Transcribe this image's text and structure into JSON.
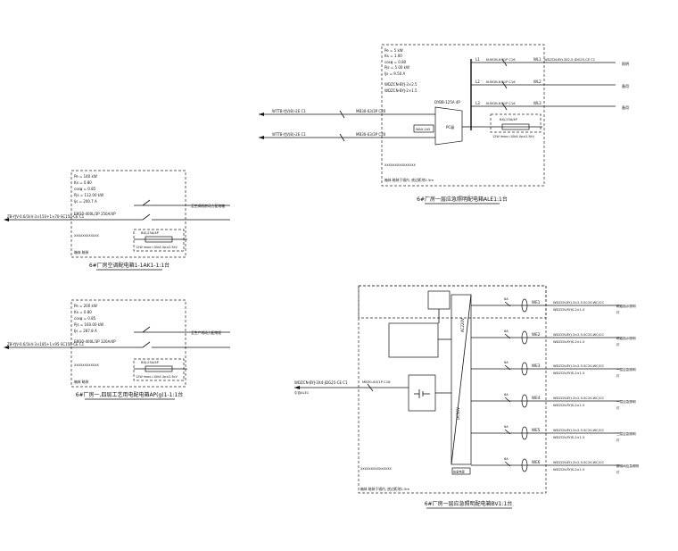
{
  "ale1": {
    "params": [
      "Pe = 5 kW",
      "Kx = 1.00",
      "cosφ = 0.80",
      "Pjs = 5.00 kW",
      "Ijs = 9.50 A"
    ],
    "feeder_cable": "WDZCN-BYJ-3×2.5",
    "feeder_cable2": "WDZCN-BYJ-2×1.5",
    "feeder_note": "",
    "inputs": [
      {
        "cable": "WTTB-YJV(B)-2E C1",
        "note": "",
        "breaker": "MB30-63/3P C20"
      },
      {
        "cable": "WTTB-YJV(B)-2E C1",
        "note": "",
        "breaker": "MB30-63/3P C20"
      }
    ],
    "ats": "DYBB-125A 4P",
    "ats2": "PC级",
    "switch_box": "WAX-2A5",
    "spd": "BXJ-25A/4P",
    "spd_note": "12W Imax=10kA Up≤2.5kV",
    "outputs": [
      {
        "phase": "L1",
        "breaker": "KUM1B-63/1P C16",
        "circuit": "WL1",
        "cable": "WDZCN-BYJ-3X2.5-JDG25-CE C1",
        "dest": "照明"
      },
      {
        "phase": "L2",
        "breaker": "KUM1B-63/1P C16",
        "circuit": "WL2",
        "cable": "",
        "dest": "备用"
      },
      {
        "phase": "L3",
        "breaker": "KUM1B-63/1P C16",
        "circuit": "WL3",
        "cable": "",
        "dest": "备用"
      }
    ],
    "footer_code": "XXXXXXXXXXXXXXX",
    "footer_note": "箱体 暗装于墙内, 底边距地1.5m",
    "title": "6#厂房一层应急照明配电箱ALE1:1台"
  },
  "apm1": {
    "params": [
      "Pe = 140 kW",
      "Kx = 0.80",
      "cosφ = 0.85",
      "Pjs = 112.00 kW",
      "Ijs = 200.7 A"
    ],
    "input_cable": "ZB-YJV-0.6/1kV-3×150+1×70-SC150-CE C1",
    "breaker": "EM30-400L/3P 250A/4P",
    "breaker_note": "",
    "output_dest": "至空调机房动力配电箱",
    "spd": "BXJ-25A/4P",
    "spd_note": "12W Imax=10kA Up≤2.5kV",
    "footer_code": "XXXXXXXXXXXX",
    "footer_note": "箱体 暗装",
    "title": "6#厂房空调配电箱1-1AK1-1:1台"
  },
  "apg1": {
    "params": [
      "Pe = 200 kW",
      "Kx = 0.80",
      "cosφ = 0.85",
      "Pjs = 160.00 kW",
      "Ijs = 287.8 A"
    ],
    "input_cable": "ZB-YJV-0.6/1kV-3×185+1×95-SC150-CE C1",
    "input_note": "",
    "breaker": "EM30-400L/3P 320A/4P",
    "breaker_note": "",
    "output_dest": "至生产线动力配电柜",
    "spd": "BXJ-25A/4P",
    "spd_note": "12W Imax=10kA Up≤2.5kV",
    "footer_code": "XXXXXXXXXXXX",
    "footer_note": "箱体 暗装",
    "title": "6#厂房一,四层工艺用电配电箱AP(g)1-1:1台"
  },
  "bv1": {
    "input_cable": "WDZCN-BYJ-3X4-JDG25-CE C1",
    "input_from": "引自ALE1",
    "input_breaker": "MB30-63/1P C16",
    "input_breaker_note": "",
    "rotated_left": "",
    "controller": "",
    "controller_note": "",
    "module_notes": [
      "",
      "",
      "",
      ""
    ],
    "battery": "",
    "bus_label": "DC36V",
    "bus_label2": "AC220V",
    "center_vertical": "",
    "center_box": "应急电源",
    "outputs": [
      {
        "circuit": "WE1",
        "breaker": "6A",
        "cable1": "WDZCN-BYJ-3×2.5-SC20-WC/CC",
        "cable2": "WDZCN-RYJS-2×1.5",
        "dest": "疏散指示照明",
        "dest2": "灯"
      },
      {
        "circuit": "WE2",
        "breaker": "6A",
        "cable1": "WDZCN-BYJ-3×2.5-SC20-WC/CC",
        "cable2": "WDZCN-RYJS-2×1.5",
        "dest": "疏散指示照明",
        "dest2": "灯"
      },
      {
        "circuit": "WE3",
        "breaker": "6A",
        "cable1": "WDZCN-BYJ-3×2.5-SC20-WC/CC",
        "cable2": "WDZCN-RYJS-2×1.5",
        "dest": "一层应急照明",
        "dest2": "灯"
      },
      {
        "circuit": "WE4",
        "breaker": "6A",
        "cable1": "WDZCN-BYJ-3×2.5-SC20-WC/CC",
        "cable2": "WDZCN-RYJS-2×1.5",
        "dest": "一层应急照明",
        "dest2": "灯"
      },
      {
        "circuit": "WE5",
        "breaker": "6A",
        "cable1": "WDZCN-BYJ-3×2.5-SC20-WC/CC",
        "cable2": "WDZCN-RYJS-2×1.5",
        "dest": "二层应急照明",
        "dest2": "灯"
      },
      {
        "circuit": "WE6",
        "breaker": "6A",
        "cable1": "WDZCN-BYJ-3×2.5-SC20-WC/CC",
        "cable2": "WDZCN-RYJS-2×1.5",
        "dest": "楼梯间应急照明",
        "dest2": "灯"
      }
    ],
    "footer_code": "XXXXXXXXXXXXXXX",
    "footer_note": "箱体 暗装于墙内, 底边距地1.5m",
    "title": "6#厂房一层应急照明配电箱BV1:1台"
  }
}
